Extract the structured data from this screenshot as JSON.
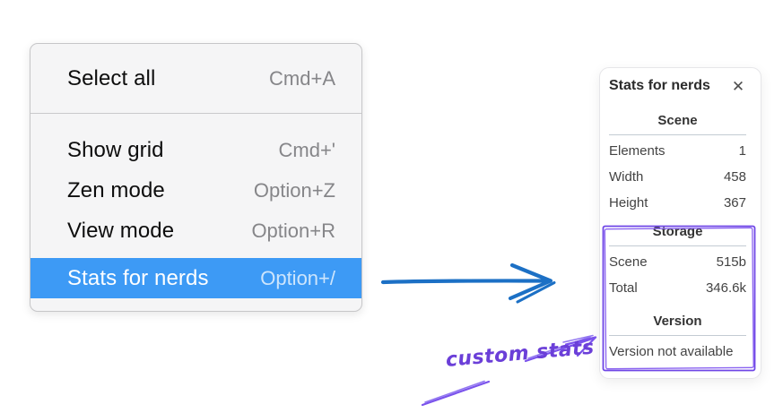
{
  "menu": {
    "items": [
      {
        "label": "Select all",
        "shortcut": "Cmd+A"
      },
      {
        "label": "Show grid",
        "shortcut": "Cmd+'"
      },
      {
        "label": "Zen mode",
        "shortcut": "Option+Z"
      },
      {
        "label": "View mode",
        "shortcut": "Option+R"
      },
      {
        "label": "Stats for nerds",
        "shortcut": "Option+/",
        "selected": true
      }
    ]
  },
  "stats_panel": {
    "title": "Stats for nerds",
    "sections": [
      {
        "title": "Scene",
        "rows": [
          {
            "label": "Elements",
            "value": "1"
          },
          {
            "label": "Width",
            "value": "458"
          },
          {
            "label": "Height",
            "value": "367"
          }
        ]
      },
      {
        "title": "Storage",
        "rows": [
          {
            "label": "Scene",
            "value": "515b"
          },
          {
            "label": "Total",
            "value": "346.6k"
          }
        ]
      },
      {
        "title": "Version",
        "note": "Version not available"
      }
    ]
  },
  "icons": {
    "close": "✕"
  },
  "annotations": {
    "custom_stats_label": "custom stats"
  },
  "colors": {
    "menu_selection_blue": "#3d9af5",
    "arrow_blue": "#1c70c5",
    "annotation_purple": "#7a52ec"
  }
}
